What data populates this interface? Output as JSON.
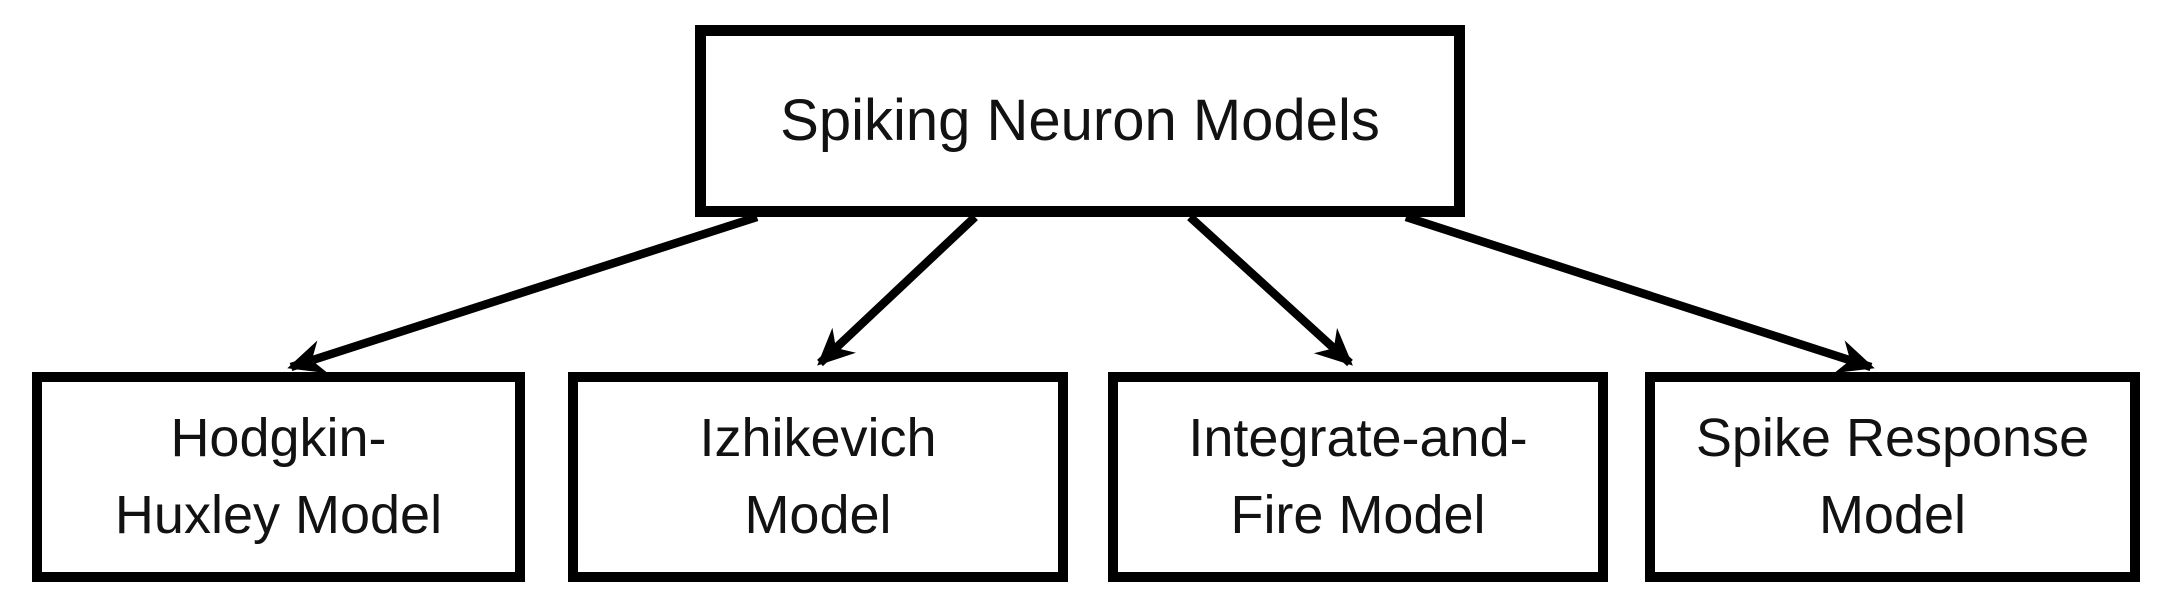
{
  "diagram": {
    "type": "tree",
    "root": {
      "id": "spiking-neuron-models",
      "label": "Spiking Neuron Models"
    },
    "children": [
      {
        "id": "hodgkin-huxley-model",
        "label": "Hodgkin-Huxley Model",
        "lines": [
          "Hodgkin-",
          "Huxley Model"
        ]
      },
      {
        "id": "izhikevich-model",
        "label": "Izhikevich Model",
        "lines": [
          "Izhikevich",
          "Model"
        ]
      },
      {
        "id": "integrate-and-fire-model",
        "label": "Integrate-and-Fire Model",
        "lines": [
          "Integrate-and-",
          "Fire Model"
        ]
      },
      {
        "id": "spike-response-model",
        "label": "Spike Response Model",
        "lines": [
          "Spike Response",
          "Model"
        ]
      }
    ],
    "edges": [
      {
        "from": "Spiking Neuron Models",
        "to": "Hodgkin-Huxley Model"
      },
      {
        "from": "Spiking Neuron Models",
        "to": "Izhikevich Model"
      },
      {
        "from": "Spiking Neuron Models",
        "to": "Integrate-and-Fire Model"
      },
      {
        "from": "Spiking Neuron Models",
        "to": "Spike Response Model"
      }
    ],
    "colors": {
      "stroke": "#000000",
      "box_background": "#ffffff",
      "text": "#121212",
      "page_background": "#ffffff"
    }
  }
}
